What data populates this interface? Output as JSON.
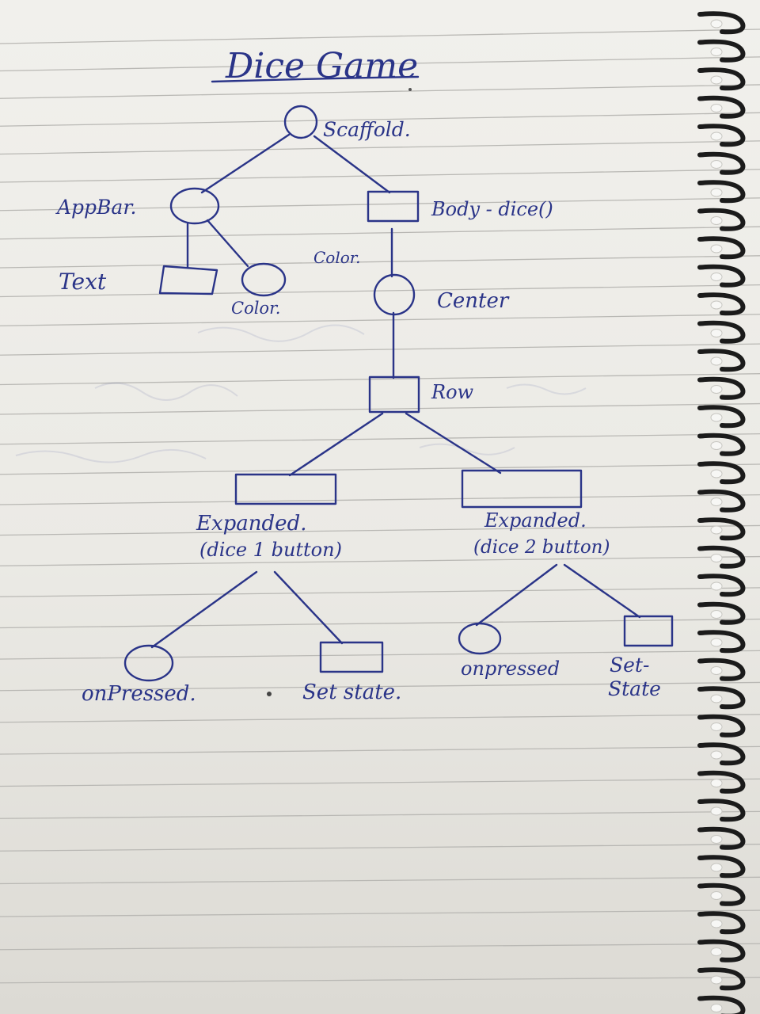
{
  "diagram": {
    "title": "Dice Game",
    "nodes": {
      "scaffold": {
        "label": "Scaffold.",
        "shape": "circle"
      },
      "appbar": {
        "label": "AppBar.",
        "shape": "circle"
      },
      "body": {
        "label": "Body - dice()",
        "shape": "rectangle"
      },
      "text": {
        "label": "Text",
        "shape": "rectangle"
      },
      "appbar_color": {
        "label": "Color.",
        "shape": "circle"
      },
      "body_color": {
        "label": "Color.",
        "shape": "text"
      },
      "center": {
        "label": "Center",
        "shape": "circle"
      },
      "row": {
        "label": "Row",
        "shape": "rectangle"
      },
      "expanded_1": {
        "label_line1": "Expanded.",
        "label_line2": "(dice 1 button)",
        "shape": "rectangle"
      },
      "expanded_2": {
        "label_line1": "Expanded.",
        "label_line2": "(dice 2 button)",
        "shape": "rectangle"
      },
      "onpressed_1": {
        "label": "onPressed.",
        "shape": "circle"
      },
      "setstate_1": {
        "label": "Set state.",
        "shape": "rectangle"
      },
      "onpressed_2": {
        "label": "onpressed",
        "shape": "circle"
      },
      "setstate_2": {
        "label_line1": "Set-",
        "label_line2": "State",
        "shape": "rectangle"
      }
    },
    "edges": [
      [
        "scaffold",
        "appbar"
      ],
      [
        "scaffold",
        "body"
      ],
      [
        "appbar",
        "text"
      ],
      [
        "appbar",
        "appbar_color"
      ],
      [
        "body",
        "center"
      ],
      [
        "center",
        "row"
      ],
      [
        "row",
        "expanded_1"
      ],
      [
        "row",
        "expanded_2"
      ],
      [
        "expanded_1",
        "onpressed_1"
      ],
      [
        "expanded_1",
        "setstate_1"
      ],
      [
        "expanded_2",
        "onpressed_2"
      ],
      [
        "expanded_2",
        "setstate_2"
      ]
    ]
  },
  "colors": {
    "ink": "#2a3488",
    "paper": "#f1f0ec",
    "ruled_line": "#b9b8b4",
    "binding": "#1b1b1b"
  }
}
